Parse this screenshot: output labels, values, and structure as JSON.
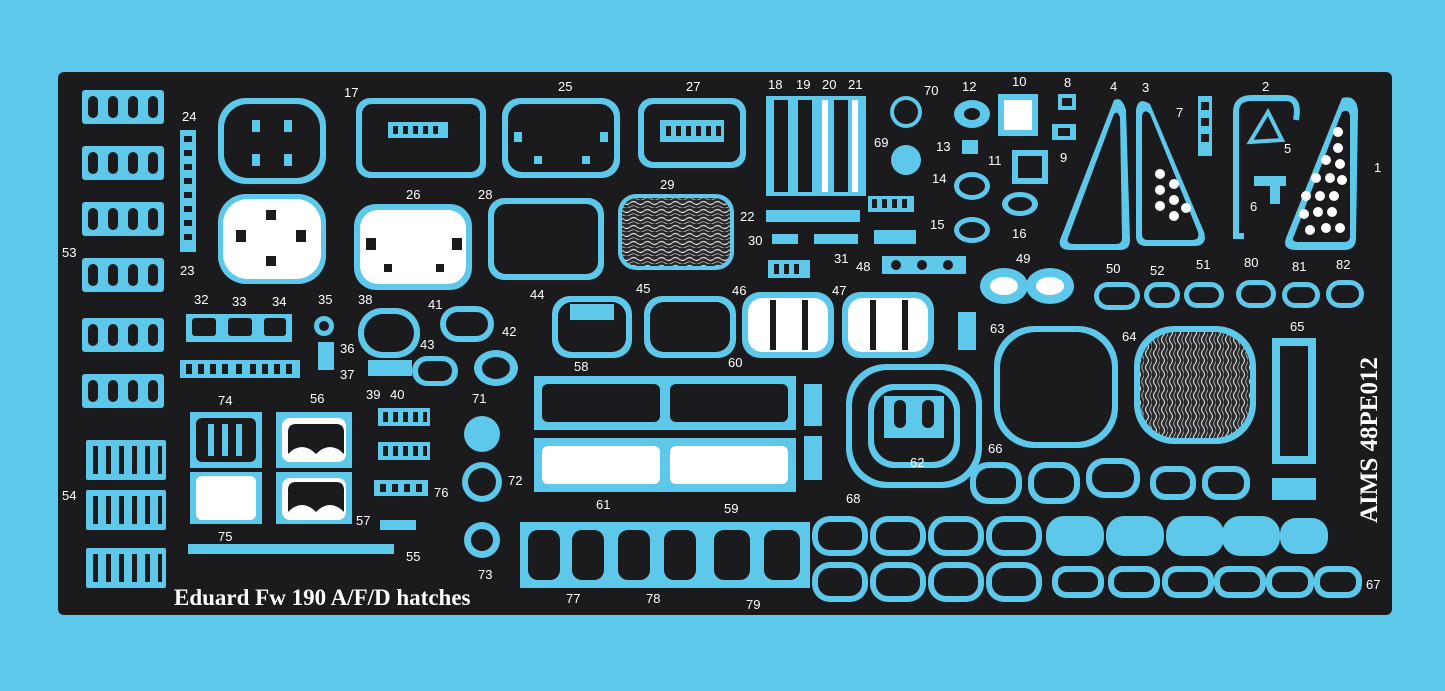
{
  "fret": {
    "title": "Eduard Fw 190 A/F/D hatches",
    "code": "AIMS 48PE012",
    "colors": {
      "background": "#5ec8ea",
      "fret": "#1b1a1c",
      "metal": "#5ec8ea",
      "label": "#ffffff",
      "panel_white": "#ffffff"
    }
  },
  "part_numbers": {
    "p1": "1",
    "p2": "2",
    "p3": "3",
    "p4": "4",
    "p5": "5",
    "p6": "6",
    "p7": "7",
    "p8": "8",
    "p9": "9",
    "p10": "10",
    "p11": "11",
    "p12": "12",
    "p13": "13",
    "p14": "14",
    "p15": "15",
    "p16": "16",
    "p17": "17",
    "p18": "18",
    "p19": "19",
    "p20": "20",
    "p21": "21",
    "p22": "22",
    "p23": "23",
    "p24": "24",
    "p25": "25",
    "p26": "26",
    "p27": "27",
    "p28": "28",
    "p29": "29",
    "p30": "30",
    "p31": "31",
    "p32": "32",
    "p33": "33",
    "p34": "34",
    "p35": "35",
    "p36": "36",
    "p37": "37",
    "p38": "38",
    "p39": "39",
    "p40": "40",
    "p41": "41",
    "p42": "42",
    "p43": "43",
    "p44": "44",
    "p45": "45",
    "p46": "46",
    "p47": "47",
    "p48": "48",
    "p49": "49",
    "p50": "50",
    "p51": "51",
    "p52": "52",
    "p53": "53",
    "p54": "54",
    "p55": "55",
    "p56": "56",
    "p57": "57",
    "p58": "58",
    "p59": "59",
    "p60": "60",
    "p61": "61",
    "p62": "62",
    "p63": "63",
    "p64": "64",
    "p65": "65",
    "p66": "66",
    "p67": "67",
    "p68": "68",
    "p69": "69",
    "p70": "70",
    "p71": "71",
    "p72": "72",
    "p73": "73",
    "p74": "74",
    "p75": "75",
    "p76": "76",
    "p77": "77",
    "p78": "78",
    "p79": "79",
    "p80": "80",
    "p81": "81",
    "p82": "82"
  }
}
